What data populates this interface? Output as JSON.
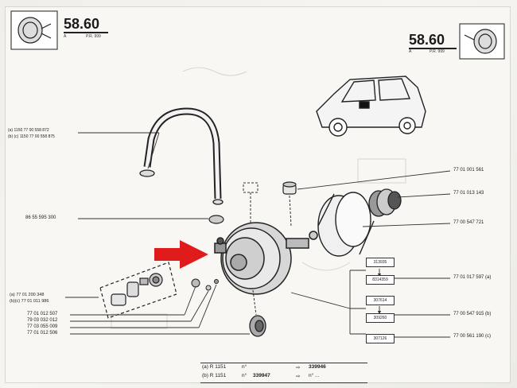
{
  "header": {
    "left_page": {
      "number": "58.60",
      "prefix": "A",
      "range": "P.R. 999"
    },
    "right_page": {
      "number": "58.60",
      "prefix": "A",
      "range": "P.R. 999"
    }
  },
  "refs_left": {
    "hose_a": "(a) 1150 77 00 558 872",
    "hose_b": "(b) (c) 1150 77 00 558 875",
    "grommet": "86 55 595 300",
    "valve_a": "(a) 77 01 200 348",
    "valve_bc": "(b)(c) 77 01 011 986",
    "nut1": "77 01 012 507",
    "nut2": "79 03 032 012",
    "nut3": "77 03 055 009",
    "nut4": "77 01 012 506"
  },
  "refs_right": {
    "cap": "77 01 001 561",
    "boot": "77 01 013 143",
    "ring": "77 00 547 721",
    "unit_a": "77 01 017 597 (a)",
    "unit_b": "77 00 547 915 (b)",
    "unit_c": "77 00 561 190 (c)"
  },
  "serial_boxes": [
    "313935",
    "8314359",
    "307614",
    "309260",
    "307126"
  ],
  "footer": {
    "line1_prefix": "(a) R 1151",
    "line1_n": "n°",
    "line1_end": "339946",
    "line2_prefix": "(b) R 1151",
    "line2_n": "n°",
    "line2_from": "339947",
    "line2_end": "n° ..."
  },
  "colors": {
    "arrow": "#e01b1b",
    "paper": "#f8f7f3"
  },
  "icons": {
    "pointer": "red-arrow-icon",
    "car": "car-icon",
    "booster": "brake-booster-icon"
  }
}
